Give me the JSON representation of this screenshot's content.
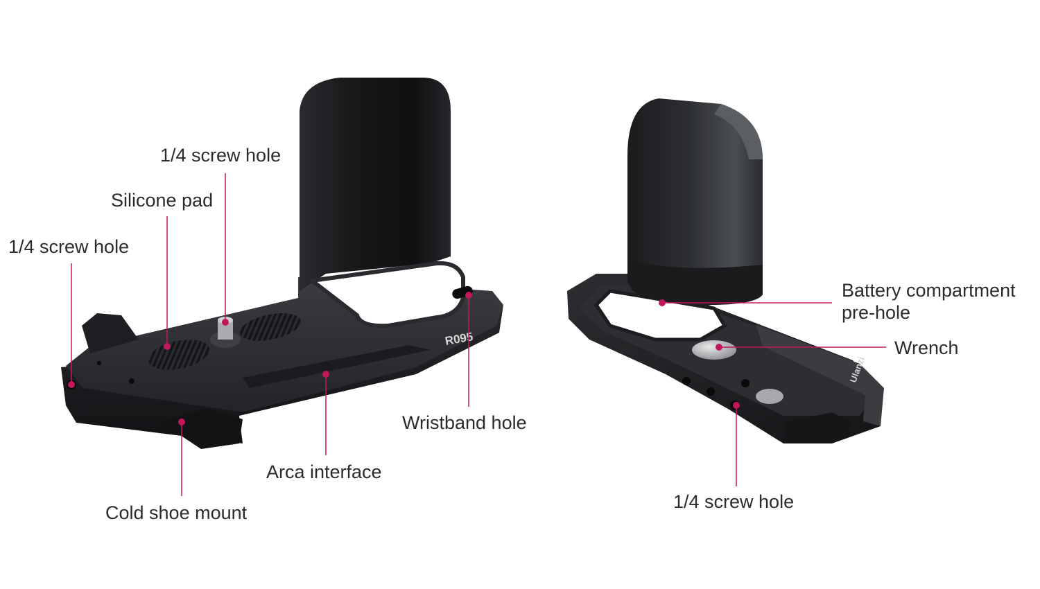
{
  "colors": {
    "accent": "#c2185b",
    "metal_dark": "#1a1b1d",
    "metal_mid": "#2d2f33",
    "metal_light": "#4a4d52",
    "label_text": "#2b2b2b",
    "background": "#ffffff"
  },
  "left_product": {
    "model_marking": "R095",
    "callouts": [
      {
        "id": "screw-hole-top",
        "text": "1/4 screw hole"
      },
      {
        "id": "silicone-pad",
        "text": "Silicone pad"
      },
      {
        "id": "screw-hole-side",
        "text": "1/4 screw hole"
      },
      {
        "id": "wristband-hole",
        "text": "Wristband hole"
      },
      {
        "id": "arca-interface",
        "text": "Arca interface"
      },
      {
        "id": "cold-shoe",
        "text": "Cold shoe mount"
      }
    ]
  },
  "right_product": {
    "brand_marking": "Ulanzi",
    "callouts": [
      {
        "id": "battery-pre-hole",
        "lines": [
          "Battery compartment",
          "pre-hole"
        ]
      },
      {
        "id": "wrench",
        "text": "Wrench"
      },
      {
        "id": "screw-hole-bottom",
        "text": "1/4 screw hole"
      }
    ]
  }
}
